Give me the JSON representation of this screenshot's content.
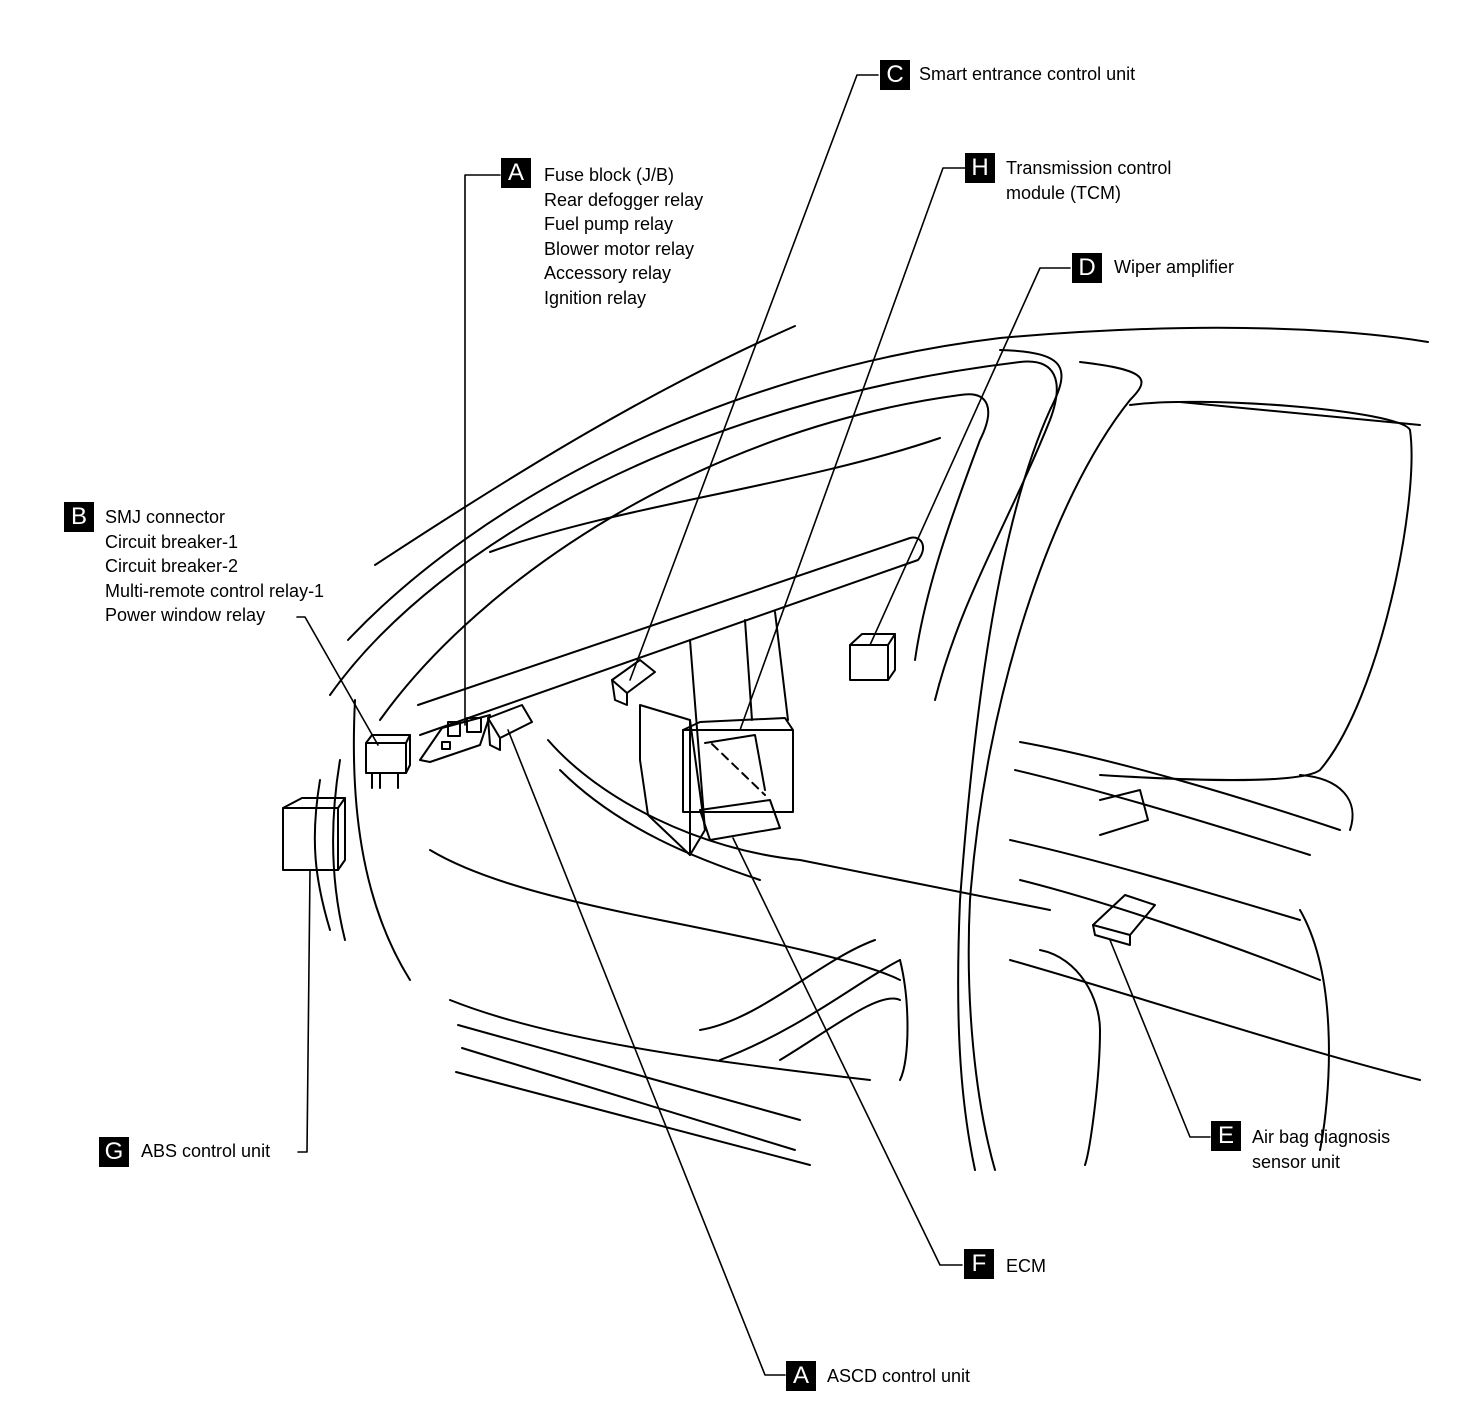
{
  "diagram": {
    "colors": {
      "ink": "#000000",
      "paper": "#ffffff"
    },
    "callouts": [
      {
        "id": "C-top",
        "letter": "C",
        "lines": [
          "Smart entrance control unit"
        ]
      },
      {
        "id": "A-top",
        "letter": "A",
        "lines": [
          "Fuse block (J/B)",
          "Rear defogger relay",
          "Fuel pump relay",
          "Blower motor relay",
          "Accessory relay",
          "Ignition relay"
        ]
      },
      {
        "id": "H",
        "letter": "H",
        "lines": [
          "Transmission control",
          "module (TCM)"
        ]
      },
      {
        "id": "D",
        "letter": "D",
        "lines": [
          "Wiper amplifier"
        ]
      },
      {
        "id": "B",
        "letter": "B",
        "lines": [
          "SMJ connector",
          "Circuit breaker-1",
          "Circuit breaker-2",
          "Multi-remote control relay-1",
          "Power window relay"
        ]
      },
      {
        "id": "G",
        "letter": "G",
        "lines": [
          "ABS control unit"
        ]
      },
      {
        "id": "E",
        "letter": "E",
        "lines": [
          "Air bag diagnosis",
          "sensor unit"
        ]
      },
      {
        "id": "F",
        "letter": "F",
        "lines": [
          "ECM"
        ]
      },
      {
        "id": "A-bottom",
        "letter": "A",
        "lines": [
          "ASCD control unit"
        ]
      }
    ]
  }
}
